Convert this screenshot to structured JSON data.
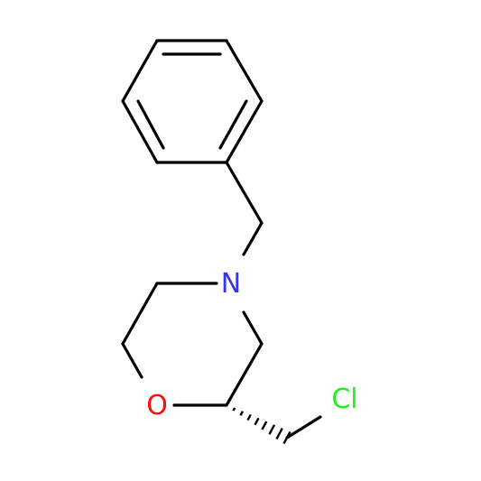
{
  "molecule": {
    "atoms": {
      "nitrogen": {
        "symbol": "N",
        "color": "#3333ff"
      },
      "oxygen": {
        "symbol": "O",
        "color": "#ff0d0d"
      },
      "chlorine": {
        "symbol": "Cl",
        "color": "#1ff01f"
      }
    },
    "bond_color": "#000000",
    "background": "#ffffff"
  }
}
